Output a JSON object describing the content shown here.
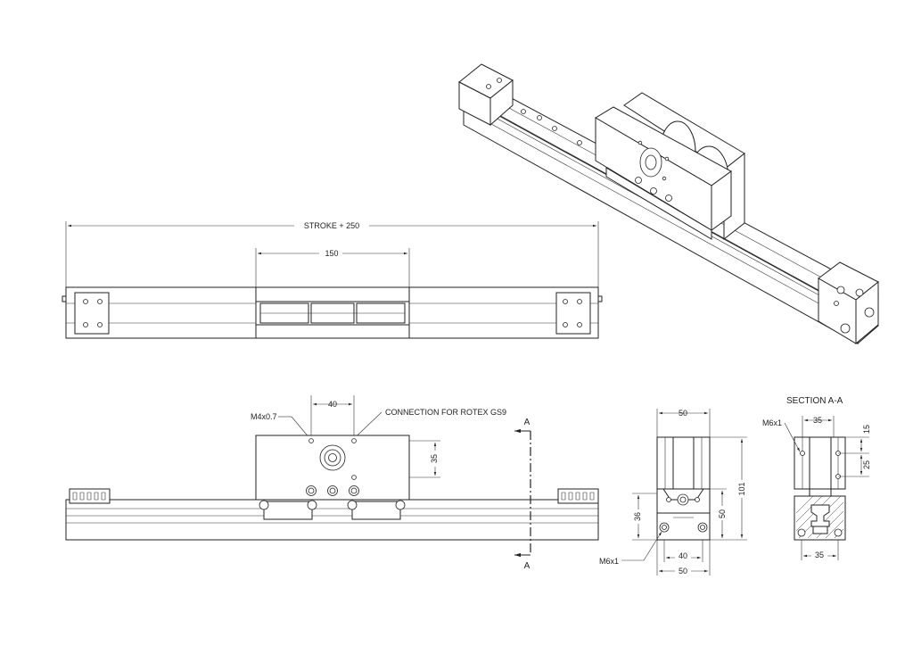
{
  "labels": {
    "stroke": "STROKE + 250",
    "carriage_width": "150",
    "hole_spacing": "40",
    "thread_note": "M4x0.7",
    "connection_note": "CONNECTION FOR ROTEX GS9",
    "vertical_spacing": "35",
    "section_marker_top": "A",
    "section_marker_bottom": "A",
    "section_title": "SECTION A-A"
  },
  "end_view": {
    "width_top": "50",
    "height_total": "101",
    "height_lower": "50",
    "height_bolt": "36",
    "bolt_spacing": "40",
    "width_bottom": "50",
    "bolt_note": "M6x1"
  },
  "section_view": {
    "bolt_note": "M6x1",
    "width_top": "35",
    "offset_top": "15",
    "offset_mid": "25",
    "width_bottom": "35"
  }
}
